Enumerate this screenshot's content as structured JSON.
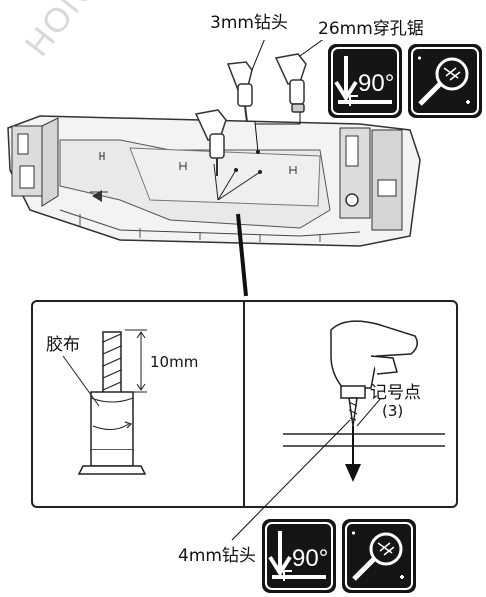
{
  "watermark": "HONDA",
  "top_labels": {
    "drill_3mm": "3mm钻头",
    "hole_saw_26mm": "26mm穿孔锯"
  },
  "detail": {
    "tape_label": "胶布",
    "depth_label": "10mm",
    "mark_label": "记号点",
    "mark_number": "(3)"
  },
  "bottom_labels": {
    "drill_4mm": "4mm钻头"
  },
  "icons": {
    "perpendicular_text": "90°",
    "perpendicular_icon": "perpendicular-90-icon",
    "deburr_icon": "deburr-paint-icon"
  },
  "colors": {
    "icon_background": "#151515",
    "line": "#111111"
  }
}
